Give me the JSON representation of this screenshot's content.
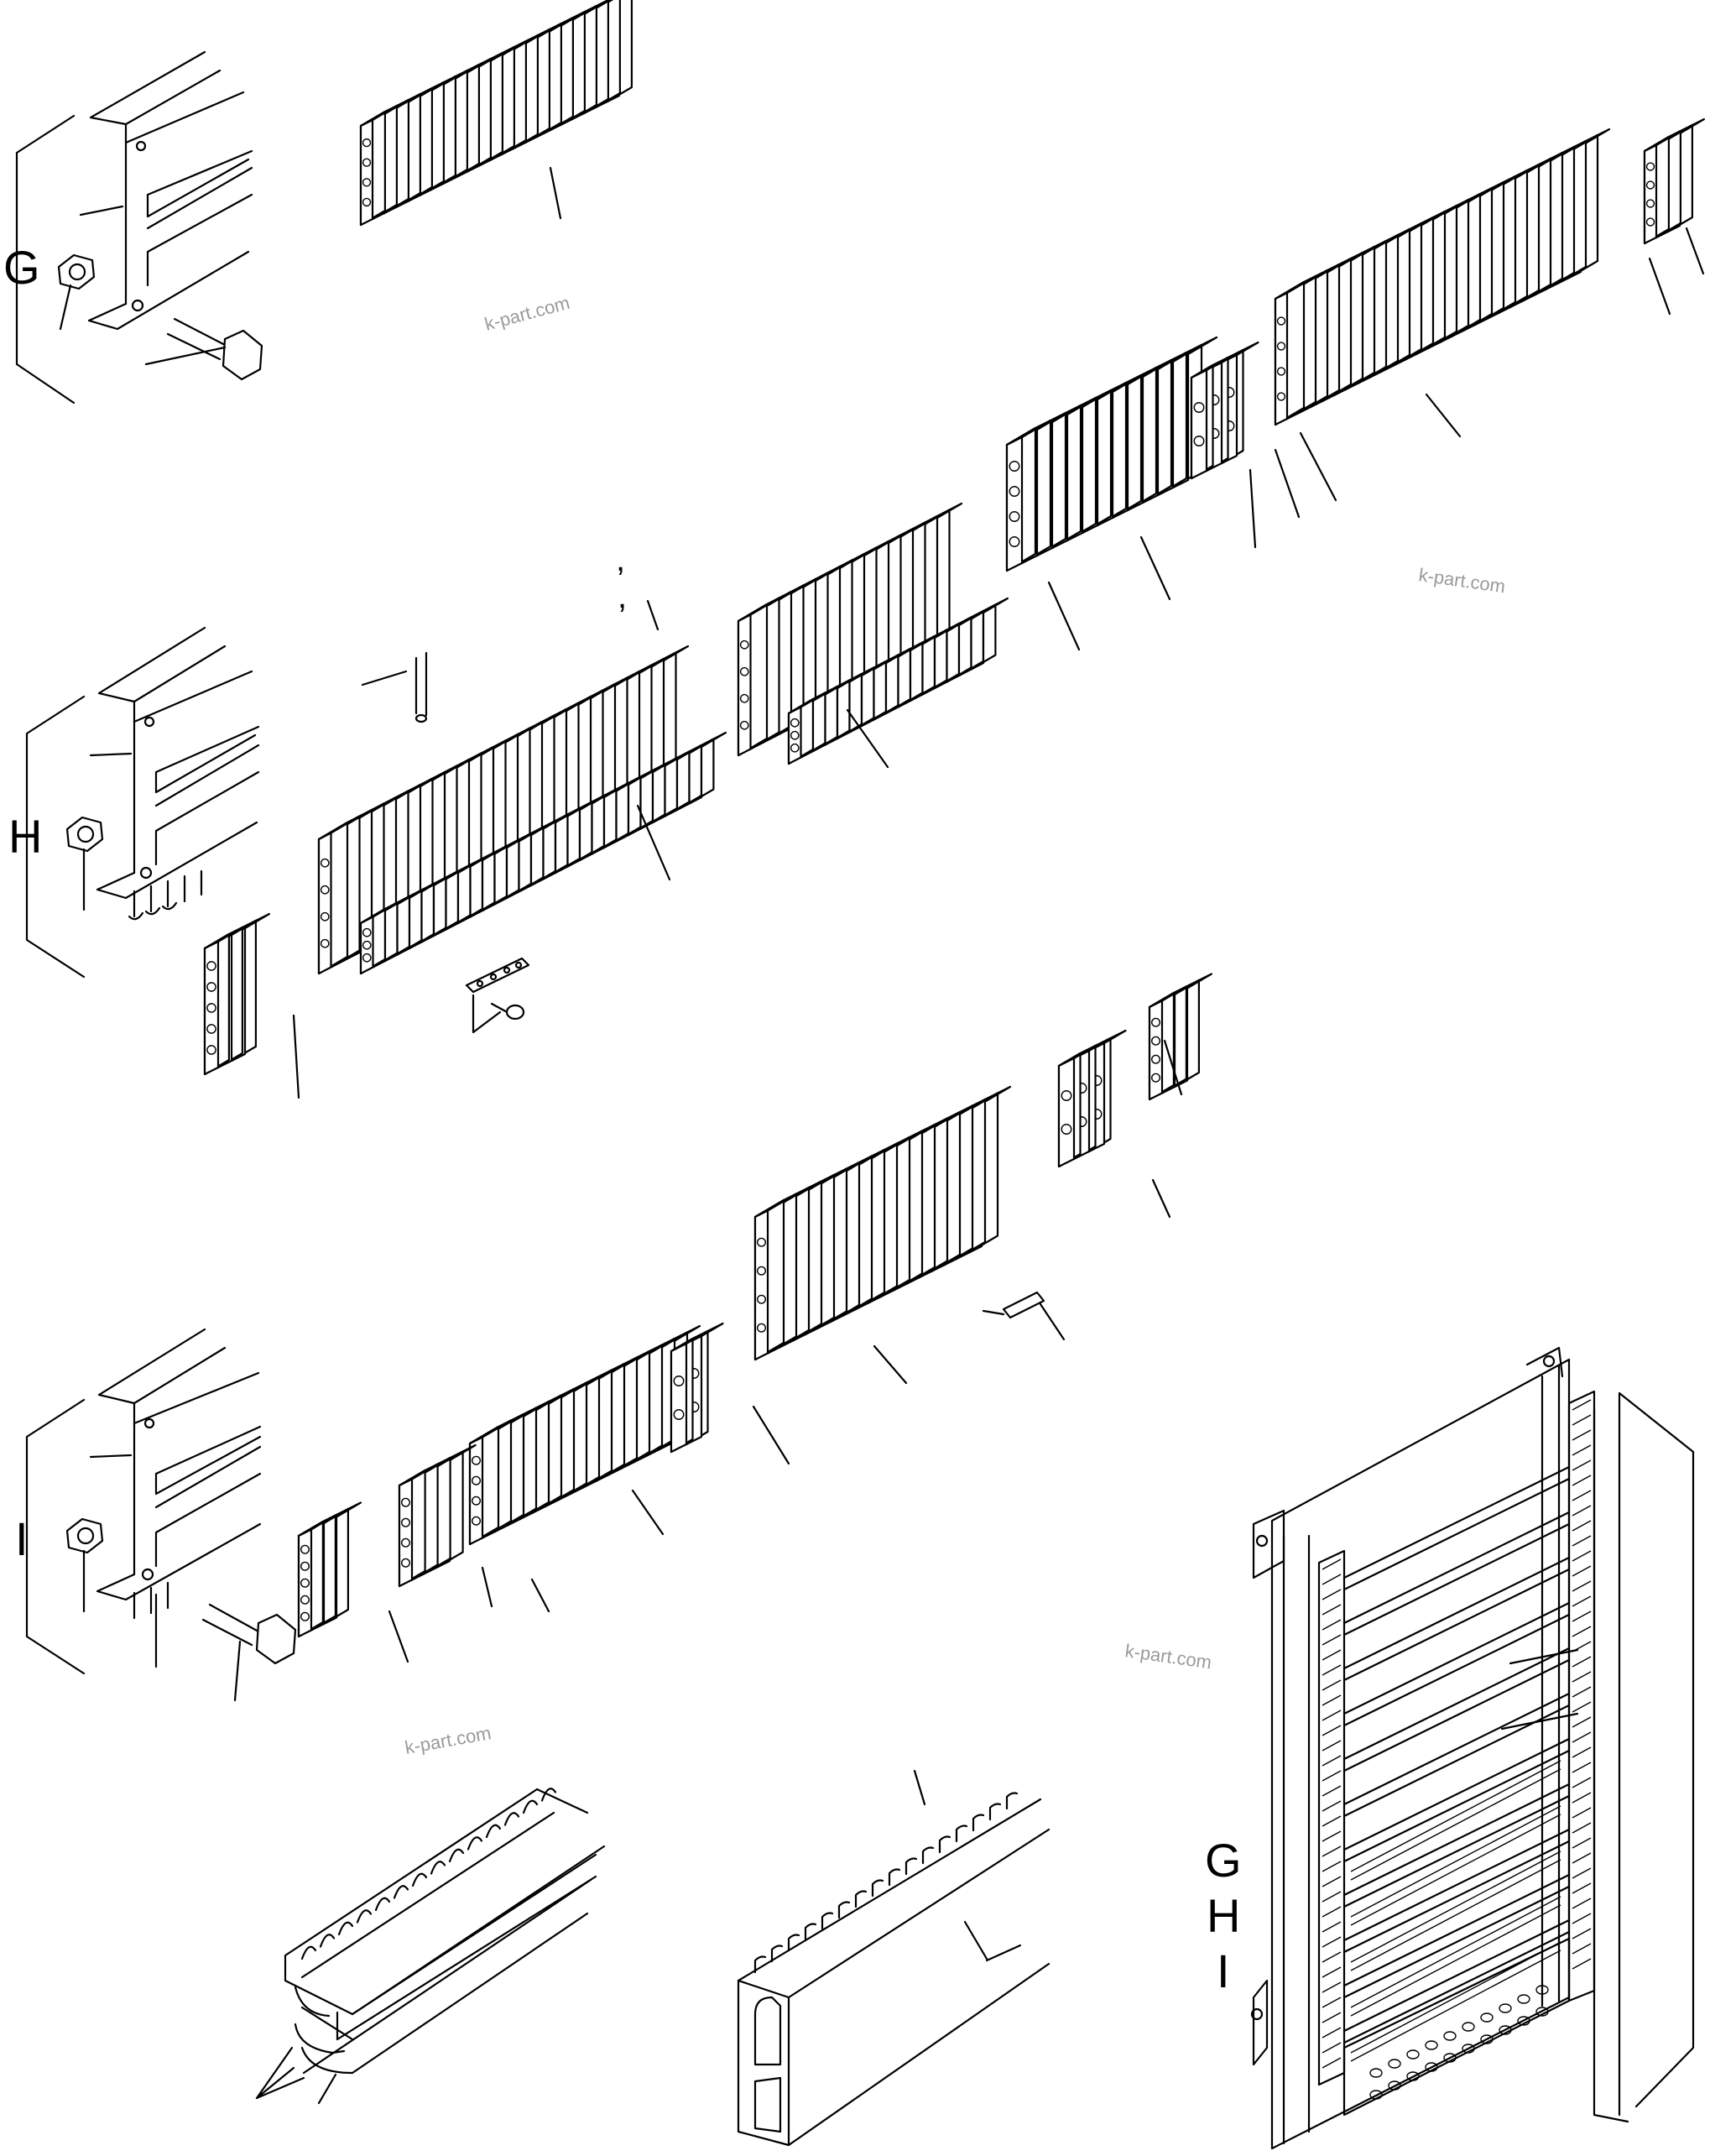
{
  "labels": {
    "g": "G",
    "h": "H",
    "i": "I"
  },
  "cabinet_labels": {
    "g": "G",
    "h": "H",
    "i": "I"
  },
  "watermarks": [
    "k-part.com",
    "k-part.com",
    "k-part.com",
    "k-part.com"
  ],
  "marks": [
    ",",
    ","
  ],
  "colors": {
    "ink": "#000000",
    "watermark": "#9a9a9a",
    "paper": "#ffffff"
  }
}
